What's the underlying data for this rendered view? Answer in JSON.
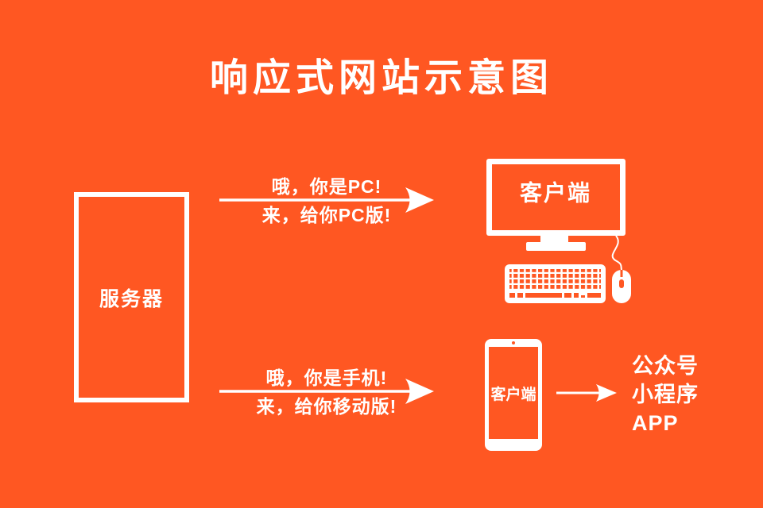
{
  "colors": {
    "background": "#FF5722",
    "foreground": "#FFFFFF"
  },
  "title": "响应式网站示意图",
  "server": {
    "label": "服务器"
  },
  "flows": [
    {
      "line1": "哦，你是PC!",
      "line2": "来，给你PC版!"
    },
    {
      "line1": "哦，你是手机!",
      "line2": "来，给你移动版!"
    }
  ],
  "desktop_client": {
    "label": "客户端"
  },
  "mobile_client": {
    "label": "客户端"
  },
  "mobile_outputs": [
    "公众号",
    "小程序",
    "APP"
  ]
}
